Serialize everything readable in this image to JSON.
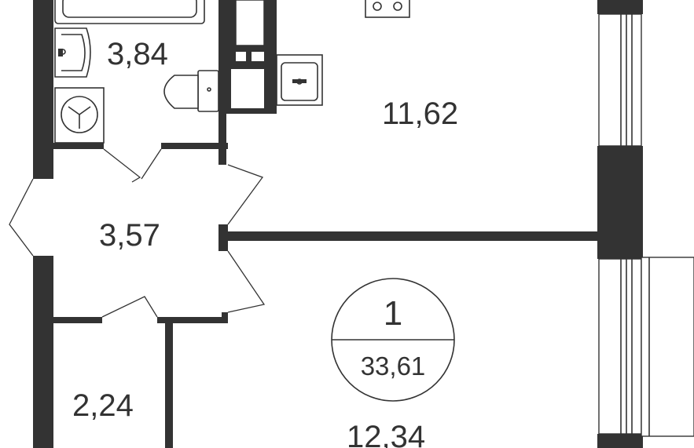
{
  "plan": {
    "rooms": [
      {
        "id": "bathroom",
        "area": "3,84"
      },
      {
        "id": "kitchen",
        "area": "11,62"
      },
      {
        "id": "hallway",
        "area": "3,57"
      },
      {
        "id": "storage",
        "area": "2,24"
      },
      {
        "id": "living",
        "area": "12,34"
      }
    ],
    "badge": {
      "rooms": "1",
      "total_area": "33,61"
    },
    "colors": {
      "wall": "#333333",
      "background": "#ffffff"
    }
  }
}
